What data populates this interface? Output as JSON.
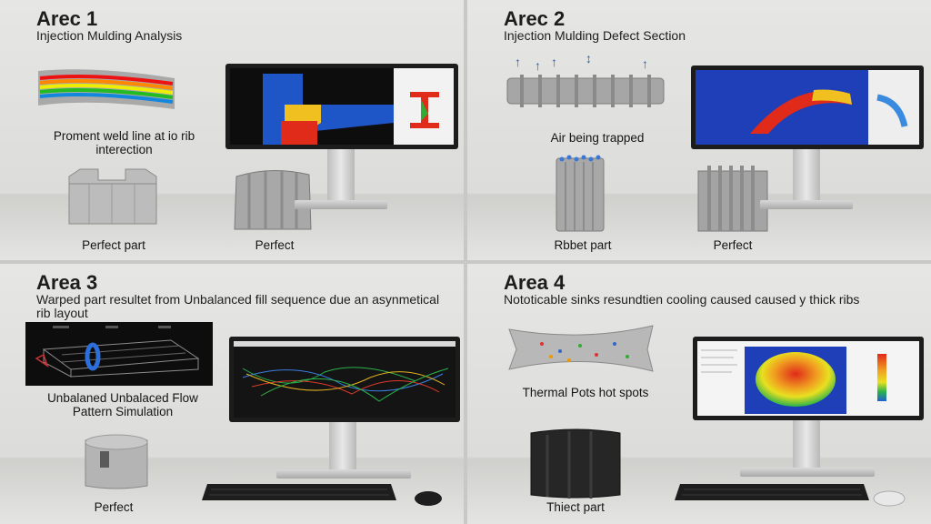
{
  "panels": [
    {
      "title": "Arec 1",
      "subtitle": "Injection Mulding Analysis",
      "note": "Proment weld line at io rib interection",
      "caption_left": "Perfect part",
      "caption_right": "Perfect"
    },
    {
      "title": "Arec 2",
      "subtitle": "Injection Mulding Defect Section",
      "note": "Air being trapped",
      "caption_left": "Rbbet part",
      "caption_right": "Perfect"
    },
    {
      "title": "Area 3",
      "subtitle": "Warped part resultet from Unbalanced fill sequence due an asynmetical rib layout",
      "note": "Unbalaned Unbalaced Flow Pattern Simulation",
      "caption_left": "Perfect"
    },
    {
      "title": "Area 4",
      "subtitle": "Nototicable sinks resundtien cooling caused caused y thick ribs",
      "note": "Thermal Pots hot spots",
      "caption_left": "Thiect part"
    }
  ],
  "colors": {
    "screen_blue": "#1f3fb8",
    "hot_red": "#e02a1a",
    "bezel": "#1c1c1c"
  },
  "icons": [
    "monitor-icon",
    "keyboard-icon",
    "mouse-icon",
    "up-arrow-icon"
  ]
}
